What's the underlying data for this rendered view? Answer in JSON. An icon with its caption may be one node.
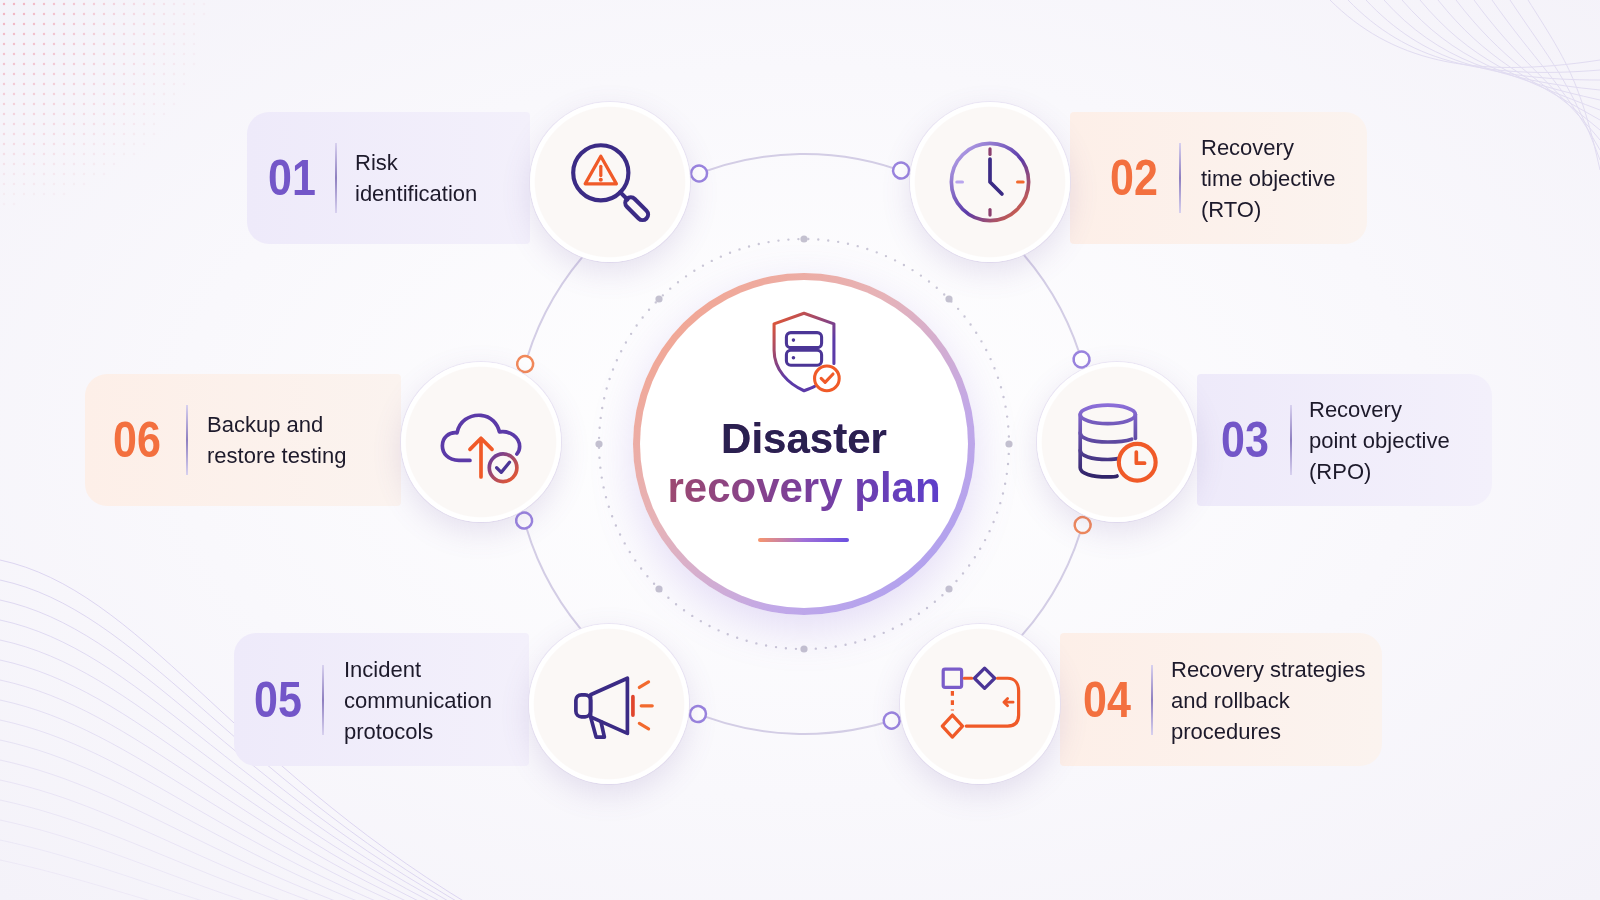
{
  "diagram": {
    "nodes": [
      {
        "text": [
          "Disaster recovery plan"
        ]
      },
      {
        "text": [
          "01",
          "Risk identification"
        ]
      },
      {
        "text": [],
        "shape": "circle"
      },
      {
        "text": [
          "02",
          "Recovery time objective (RTO)"
        ]
      },
      {
        "text": [],
        "shape": "circle"
      },
      {
        "text": [
          "03",
          "Recovery point objective (RPO)"
        ]
      },
      {
        "text": [],
        "shape": "circle"
      },
      {
        "text": [
          "04",
          "Recovery strategies and rollback procedures"
        ]
      },
      {
        "text": [],
        "shape": "circle"
      },
      {
        "text": [
          "05",
          "Incident communication protocols"
        ]
      },
      {
        "text": [],
        "shape": "circle"
      },
      {
        "text": [
          "06",
          "Backup and restore testing"
        ]
      },
      {
        "text": [],
        "shape": "circle"
      }
    ],
    "edges": [
      {
        "from": 2,
        "to": 4,
        "arrow": "other"
      },
      {
        "from": 4,
        "to": 6,
        "arrow": "other"
      },
      {
        "from": 6,
        "to": 8,
        "arrow": "other"
      },
      {
        "from": 8,
        "to": 10,
        "arrow": "other"
      },
      {
        "from": 10,
        "to": 12,
        "arrow": "other"
      },
      {
        "from": 12,
        "to": 2,
        "arrow": "other"
      }
    ]
  }
}
